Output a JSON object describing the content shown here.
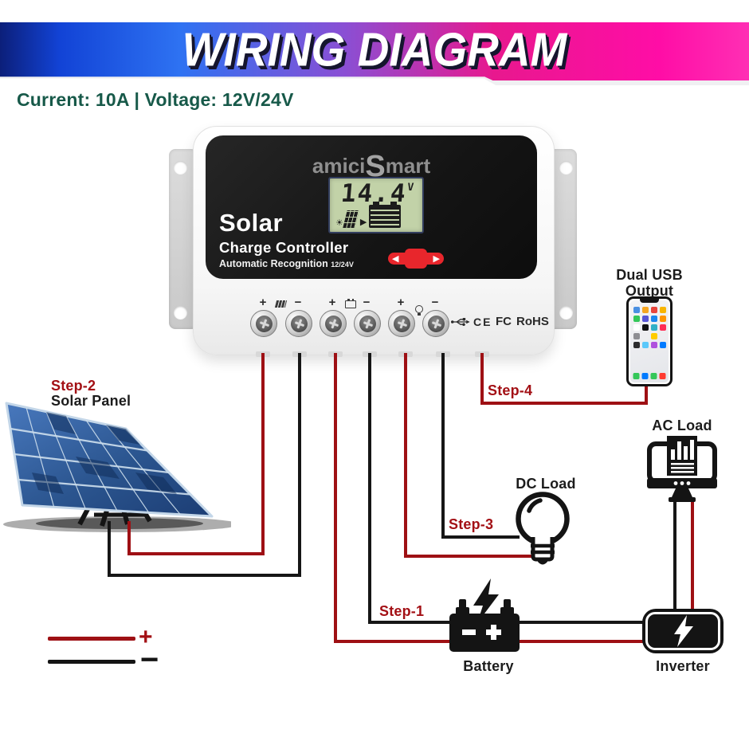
{
  "banner": {
    "title": "WIRING DIAGRAM"
  },
  "specs": {
    "text": "Current: 10A | Voltage: 12V/24V"
  },
  "controller": {
    "brand": {
      "prefix": "amici",
      "s": "S",
      "suffix": "mart"
    },
    "lcd": {
      "value": "14.4",
      "unit": "V"
    },
    "title": "Solar",
    "subtitle": "Charge Controller",
    "tagline": "Automatic Recognition",
    "tagline_voltage": "12/24V",
    "labels": {
      "plus": "+",
      "minus": "−"
    },
    "certs": {
      "ce": "CE",
      "fcc": "FC",
      "rohs": "RoHS"
    }
  },
  "steps": {
    "s1": "Step-1",
    "s2": "Step-2",
    "s3": "Step-3",
    "s4": "Step-4"
  },
  "components": {
    "solar_panel": "Solar Panel",
    "dual_usb1": "Dual USB",
    "dual_usb2": "Output",
    "ac_load": "AC Load",
    "dc_load": "DC Load",
    "battery": "Battery",
    "inverter": "Inverter"
  },
  "legend": {
    "plus": "+",
    "minus": "−"
  },
  "phone": {
    "app_colors": [
      "#4a90e2",
      "#f5a623",
      "#e8453c",
      "#f8b500",
      "#34c759",
      "#5856d6",
      "#1b86ee",
      "#ff9500",
      "#ffffff",
      "#111111",
      "#30b0c7",
      "#ff2d55",
      "#8e8e93",
      "",
      "#ffcc00",
      "",
      "#2c2c2e",
      "#5ac8fa",
      "#af52de",
      "#007aff"
    ],
    "dock_colors": [
      "#34c759",
      "#007aff",
      "#34c759",
      "#ff3b30"
    ]
  },
  "colors": {
    "wire_positive": "#9e1014",
    "wire_negative": "#161616",
    "step_label": "#a31015",
    "spec_text": "#175949",
    "lcd_bg": "#c2d2a8",
    "button_red": "#e8262c",
    "banner_blue": "#1243d6",
    "banner_pink": "#ff0da6"
  }
}
